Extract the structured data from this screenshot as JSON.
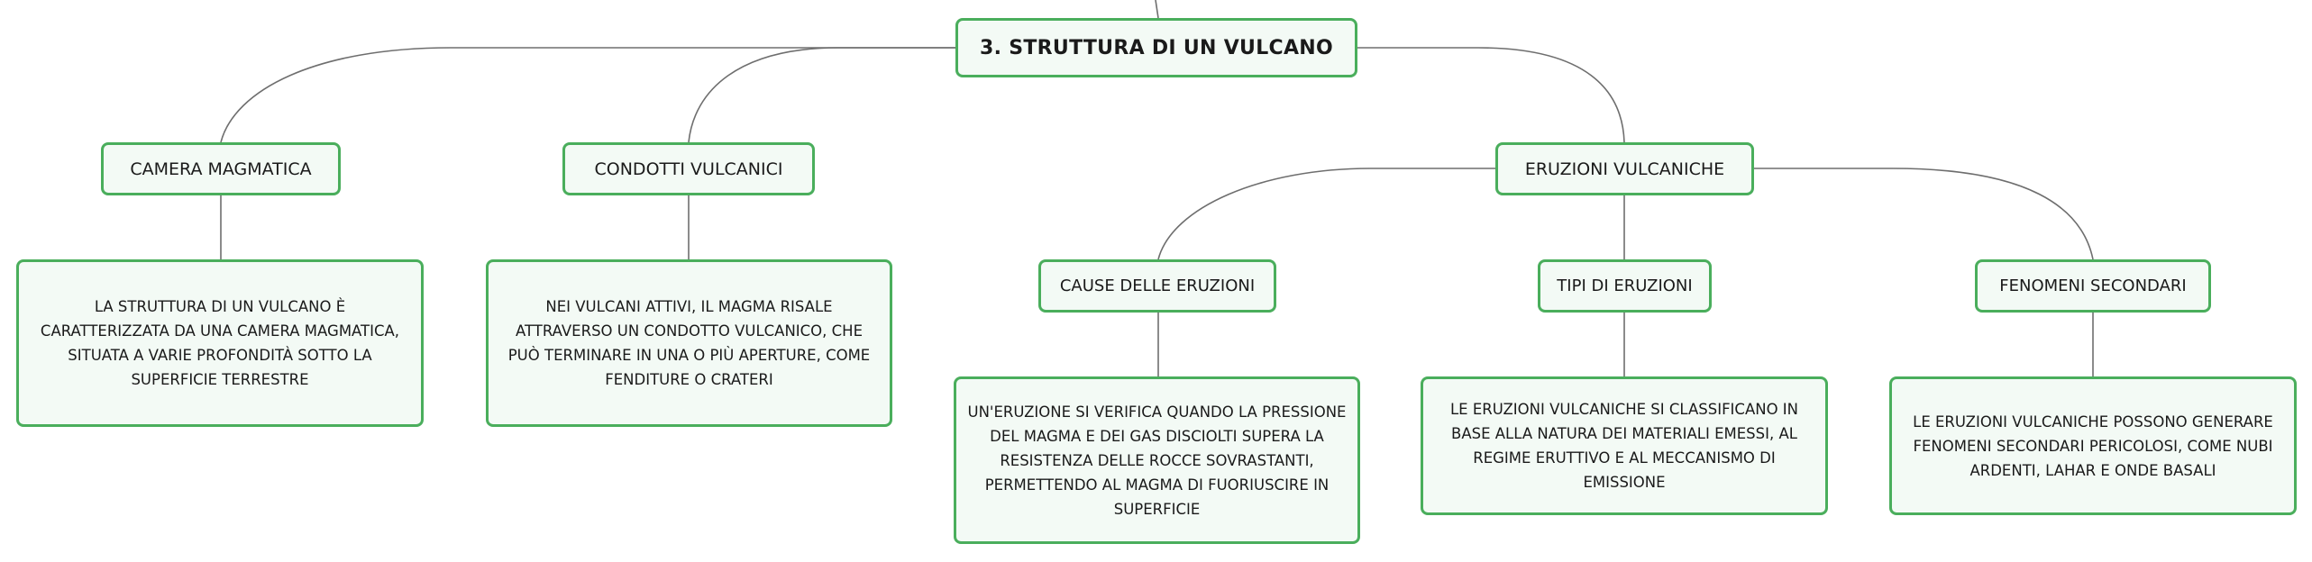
{
  "map": {
    "root": "3. STRUTTURA DI UN VULCANO",
    "camera": {
      "title": "CAMERA MAGMATICA",
      "text": "LA STRUTTURA DI UN VULCANO È CARATTERIZZATA DA UNA CAMERA MAGMATICA, SITUATA A VARIE PROFONDITÀ SOTTO LA SUPERFICIE TERRESTRE"
    },
    "condotti": {
      "title": "CONDOTTI VULCANICI",
      "text": "NEI VULCANI ATTIVI, IL MAGMA RISALE ATTRAVERSO UN CONDOTTO VULCANICO, CHE PUÒ TERMINARE IN UNA O PIÙ APERTURE, COME FENDITURE O CRATERI"
    },
    "eruzioni": {
      "title": "ERUZIONI VULCANICHE",
      "cause": {
        "title": "CAUSE DELLE ERUZIONI",
        "text": "UN'ERUZIONE SI VERIFICA QUANDO LA PRESSIONE DEL MAGMA E DEI GAS DISCIOLTI SUPERA LA RESISTENZA DELLE ROCCE SOVRASTANTI, PERMETTENDO AL MAGMA DI FUORIUSCIRE IN SUPERFICIE"
      },
      "tipi": {
        "title": "TIPI DI ERUZIONI",
        "text": "LE ERUZIONI VULCANICHE SI CLASSIFICANO IN BASE ALLA NATURA DEI MATERIALI EMESSI, AL REGIME ERUTTIVO E AL MECCANISMO DI EMISSIONE"
      },
      "fenomeni": {
        "title": "FENOMENI SECONDARI",
        "text": "LE ERUZIONI VULCANICHE POSSONO GENERARE FENOMENI SECONDARI PERICOLOSI, COME NUBI ARDENTI, LAHAR E ONDE BASALI"
      }
    }
  },
  "colors": {
    "node_border": "#4aae5c",
    "node_fill": "#f3faf5",
    "connector": "#6e6e6e"
  }
}
